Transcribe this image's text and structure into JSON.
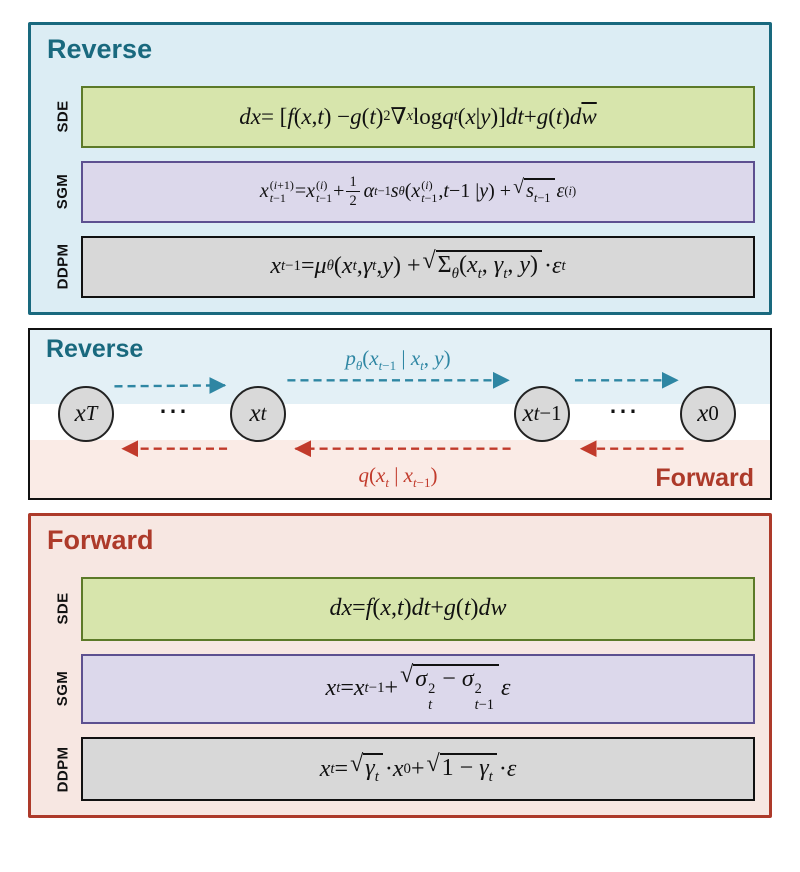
{
  "reverse": {
    "title": "Reverse",
    "rows": [
      {
        "label": "SDE",
        "equation_html": "<i>dx</i> = [<i>f</i>(<i>x</i>, <i>t</i>) − <i>g</i>(<i>t</i>)<sup>2</sup>∇<sub><i>x</i></sub> log <i>q</i><sub><i>t</i></sub>(<i>x</i> | <i>y</i>)] <i>dt</i> + <i>g</i>(<i>t</i>) <i>d</i><span class='obar'><i>w</i></span>"
      },
      {
        "label": "SGM",
        "equation_html": "<i>x</i><span class='ss'><span class='up'>(<i>i</i>+1)</span><span class='dn'><i>t</i>−1</span></span> = <i>x</i><span class='ss'><span class='up'>(<i>i</i>)</span><span class='dn'><i>t</i>−1</span></span> + <span class='frac'><span class='num'>1</span><span class='den'>2</span></span><i>α</i><sub><i>t</i>−1</sub><i>s</i><sub><i>θ</i></sub>(<i>x</i><span class='ss'><span class='up'>(<i>i</i>)</span><span class='dn'><i>t</i>−1</span></span>, <i>t</i>−1 | <i>y</i>) + <span class='sqrt'><span class='rad'>√</span><span class='bar'><i>s</i><sub><i>t</i>−1</sub></span></span> <i>ε</i><sup>(<i>i</i>)</sup>"
      },
      {
        "label": "DDPM",
        "equation_html": "<i>x</i><sub><i>t</i>−1</sub> = <i>μ</i><sub><i>θ</i></sub>(<i>x</i><sub><i>t</i></sub>, <i>γ</i><sub><i>t</i></sub>, <i>y</i>) + <span class='sqrt'><span class='rad'>√</span><span class='bar'>Σ<sub><i>θ</i></sub>(<i>x</i><sub><i>t</i></sub>, <i>γ</i><sub><i>t</i></sub>, <i>y</i>)</span></span> · <i>ε</i><sub><i>t</i></sub>"
      }
    ]
  },
  "chain": {
    "reverse_label": "Reverse",
    "forward_label": "Forward",
    "p_label_html": "<i>p</i><sub><i>θ</i></sub>(<i>x</i><sub><i>t</i>−1</sub> | <i>x</i><sub><i>t</i></sub>, <i>y</i>)",
    "q_label_html": "<i>q</i>(<i>x</i><sub><i>t</i></sub> | <i>x</i><sub><i>t</i>−1</sub>)",
    "dots": "⋯",
    "nodes": [
      {
        "id": "x_T",
        "html": "<i>x</i><sub><i>T</i></sub>"
      },
      {
        "id": "x_t",
        "html": "<i>x</i><sub><i>t</i></sub>"
      },
      {
        "id": "x_t-1",
        "html": "<i>x</i><sub><i>t</i>−1</sub>"
      },
      {
        "id": "x_0",
        "html": "<i>x</i><sub>0</sub>"
      }
    ]
  },
  "forward": {
    "title": "Forward",
    "rows": [
      {
        "label": "SDE",
        "equation_html": "<i>dx</i> = <i>f</i>(<i>x</i>, <i>t</i>) <i>dt</i> + <i>g</i>(<i>t</i>) <i>dw</i>"
      },
      {
        "label": "SGM",
        "equation_html": "<i>x</i><sub><i>t</i></sub> = <i>x</i><sub><i>t</i>−1</sub> + <span class='sqrt'><span class='rad'>√</span><span class='bar'><i>σ</i><span class='ss'><span class='up'>2</span><span class='dn'><i>t</i></span></span> − <i>σ</i><span class='ss'><span class='up'>2</span><span class='dn'><i>t</i>−1</span></span></span></span> <i>ε</i>"
      },
      {
        "label": "DDPM",
        "equation_html": "<i>x</i><sub><i>t</i></sub> = <span class='sqrt'><span class='rad'>√</span><span class='bar'><i>γ</i><sub><i>t</i></sub></span></span> · <i>x</i><sub>0</sub> + <span class='sqrt'><span class='rad'>√</span><span class='bar'>1 − <i>γ</i><sub><i>t</i></sub></span></span> · <i>ε</i>"
      }
    ]
  },
  "colors": {
    "teal": "#19697e",
    "teal-arrow": "#2e86a3",
    "blue-bg": "#dcedf4",
    "chain-blue": "#e3f0f6",
    "red": "#ad3a2a",
    "red-arrow": "#c13a2b",
    "pink-bg": "#f7e7e2",
    "chain-pink": "#faebe6",
    "green-border": "#5c7a28",
    "green-bg": "#d7e5ac",
    "purple-border": "#5d5090",
    "purple-bg": "#dcd8eb",
    "gray-bg": "#d8d8d8",
    "node-bg": "#d9d9d9",
    "black": "#111111"
  }
}
